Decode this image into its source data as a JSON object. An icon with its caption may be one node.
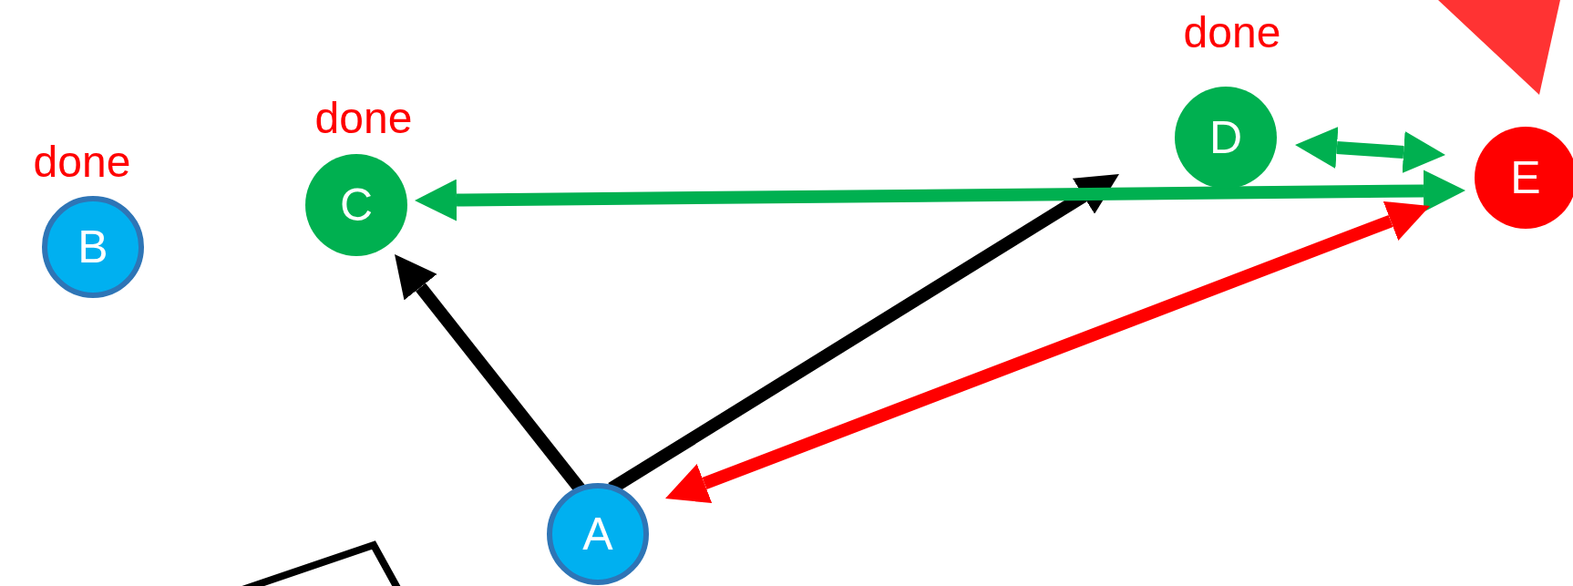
{
  "diagram": {
    "nodes": [
      {
        "text": [
          "B"
        ],
        "beside": [
          "done"
        ]
      },
      {
        "text": [
          "C"
        ],
        "beside": [
          "done"
        ]
      },
      {
        "text": [
          "D"
        ],
        "beside": [
          "done"
        ]
      },
      {
        "text": [
          "E"
        ]
      },
      {
        "text": [
          "A"
        ]
      },
      {
        "text": [],
        "shape": "triangle"
      },
      {
        "text": [],
        "shape": "outline"
      }
    ],
    "edges": [
      {
        "from": 4,
        "to": 1,
        "arrow": "to"
      },
      {
        "from": 4,
        "to": null,
        "arrow": "to"
      },
      {
        "from": 1,
        "to": 3,
        "arrow": "both",
        "color": "#00b050"
      },
      {
        "from": 2,
        "to": 3,
        "arrow": "both",
        "color": "#00b050"
      },
      {
        "from": 4,
        "to": 3,
        "arrow": "both",
        "color": "#ff0000"
      }
    ]
  }
}
